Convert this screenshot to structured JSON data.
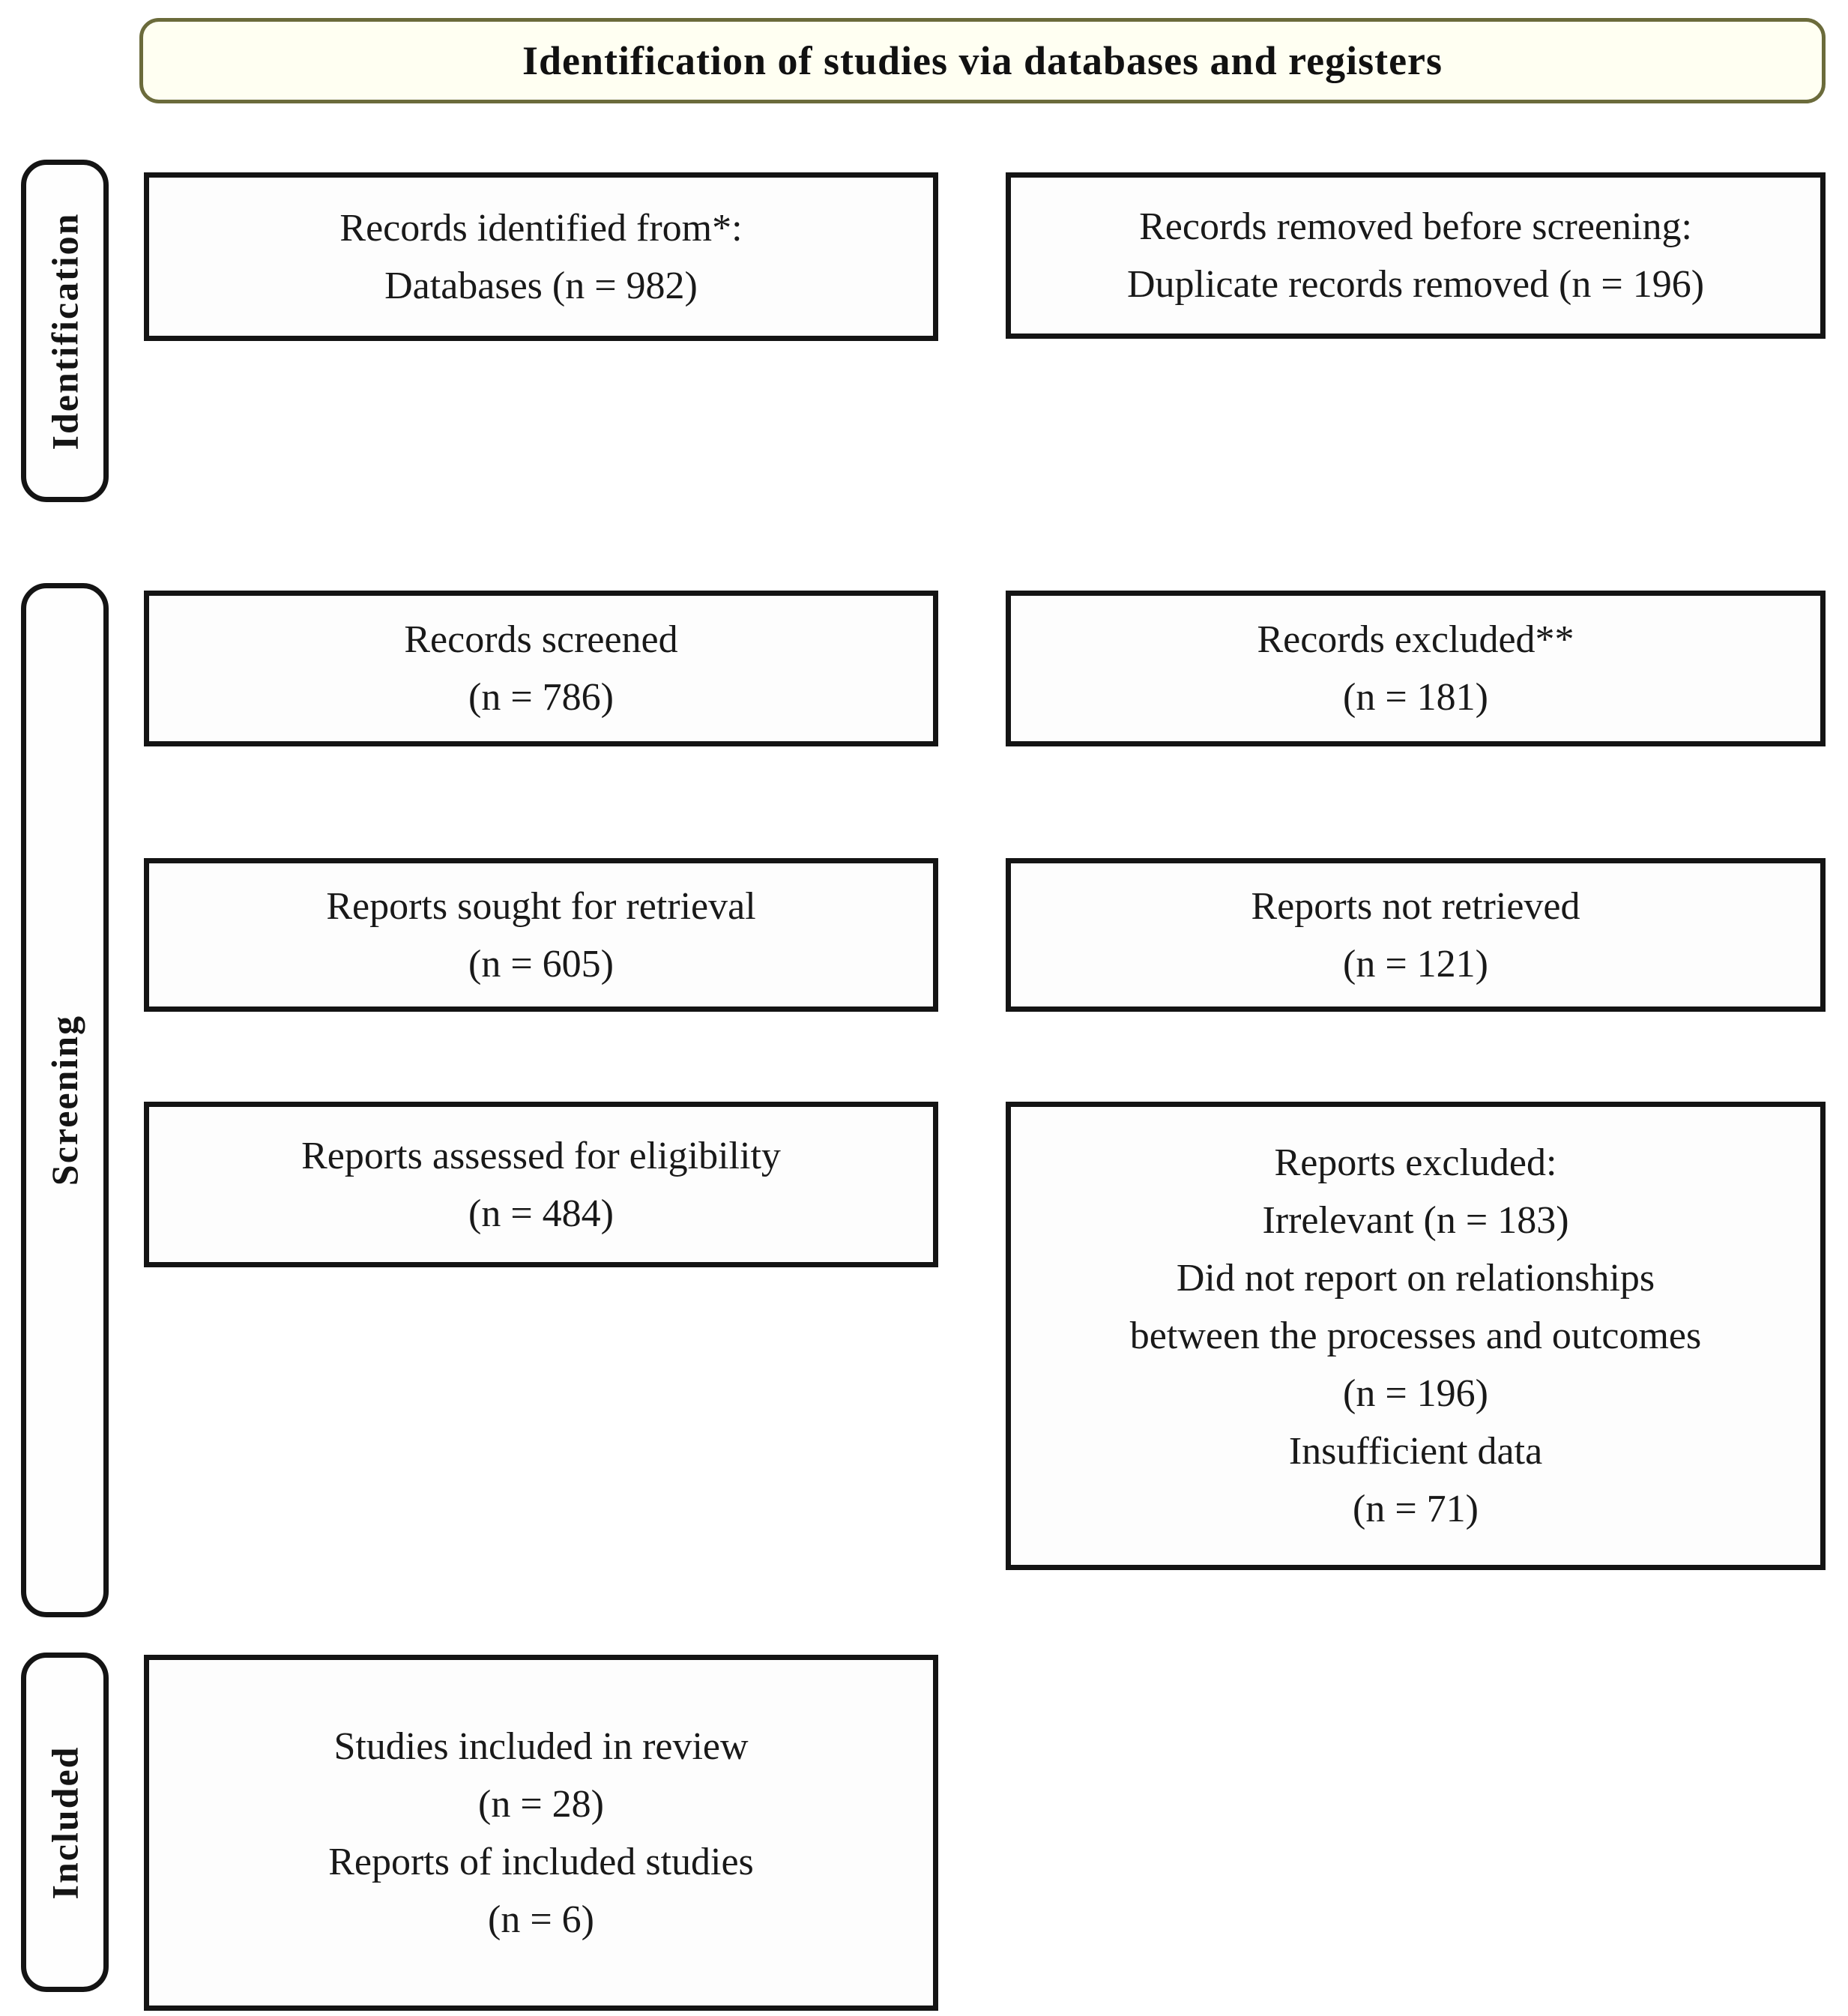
{
  "title": "Identification of studies via databases and registers",
  "colors": {
    "title_border": "#6b6b3b",
    "title_fill": "#fffff2",
    "box_border": "#141414",
    "text": "#191919",
    "background": "#ffffff"
  },
  "sidebar": {
    "identification": "Identification",
    "screening": "Screening",
    "included": "Included"
  },
  "boxes": {
    "records_identified": {
      "lines": [
        "Records identified from*:",
        "Databases (n = 982)"
      ]
    },
    "records_removed": {
      "lines": [
        "Records removed before screening:",
        "Duplicate records removed (n = 196)"
      ]
    },
    "records_screened": {
      "lines": [
        "Records screened",
        "(n = 786)"
      ]
    },
    "records_excluded": {
      "lines": [
        "Records excluded**",
        "(n = 181)"
      ]
    },
    "reports_sought": {
      "lines": [
        "Reports sought for retrieval",
        "(n = 605)"
      ]
    },
    "reports_not_retrieved": {
      "lines": [
        "Reports not retrieved",
        "(n = 121)"
      ]
    },
    "reports_assessed": {
      "lines": [
        "Reports assessed for eligibility",
        "(n = 484)"
      ]
    },
    "reports_excluded": {
      "lines": [
        "Reports excluded:",
        "Irrelevant (n = 183)",
        "Did not report on relationships",
        "between the processes and outcomes",
        "(n = 196)",
        "Insufficient data",
        "(n = 71)"
      ]
    },
    "studies_included": {
      "lines": [
        "Studies included in review",
        "(n = 28)",
        "Reports of included studies",
        "(n = 6)"
      ]
    }
  }
}
